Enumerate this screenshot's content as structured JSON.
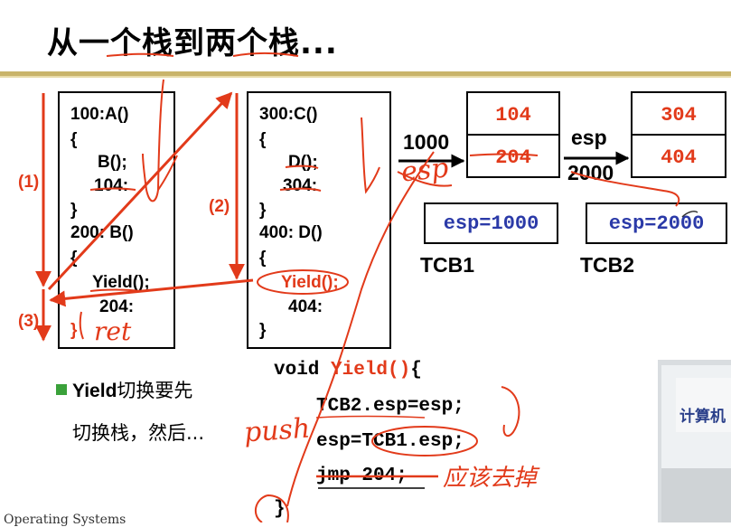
{
  "title": "从一个栈到两个栈...",
  "stack1": {
    "lines": [
      "100:A()",
      "{",
      "B();",
      "104:",
      "}",
      "200: B()",
      "{",
      "Yield();",
      "204:",
      "}"
    ]
  },
  "stack2": {
    "lines": [
      "300:C()",
      "{",
      "D();",
      "304:",
      "}",
      "400: D()",
      "{",
      "Yield();",
      "404:",
      "}"
    ]
  },
  "step_labels": [
    "(1)",
    "(2)",
    "(3)"
  ],
  "arrows": {
    "a1_top": "1000",
    "a2_top": "esp",
    "a2_bottom": "2000"
  },
  "tcb1": {
    "cells": [
      "104",
      "204"
    ],
    "esp": "esp=1000",
    "label": "TCB1"
  },
  "tcb2": {
    "cells": [
      "304",
      "404"
    ],
    "esp": "esp=2000",
    "label": "TCB2"
  },
  "bullet": {
    "line1_bold": "Yield",
    "line1_rest": "切换要先",
    "line2": "切换栈，然后..."
  },
  "yield_code": {
    "line1_kw": "void ",
    "line1_fn": "Yield()",
    "line1_end": "{",
    "line2": "TCB2.esp=esp;",
    "line3": "esp=TCB1.esp;",
    "line4": "jmp 204;",
    "line5": "}"
  },
  "annotations": {
    "remove_note": "应该去掉",
    "ret_note": "ret",
    "esp_note": "esp",
    "push_note": "push"
  },
  "footer_text": "Operating Systems",
  "photo_text": "计算机",
  "colors": {
    "red": "#e23a1a",
    "blue": "#2b3aa8",
    "rule": "#c9b46a"
  }
}
